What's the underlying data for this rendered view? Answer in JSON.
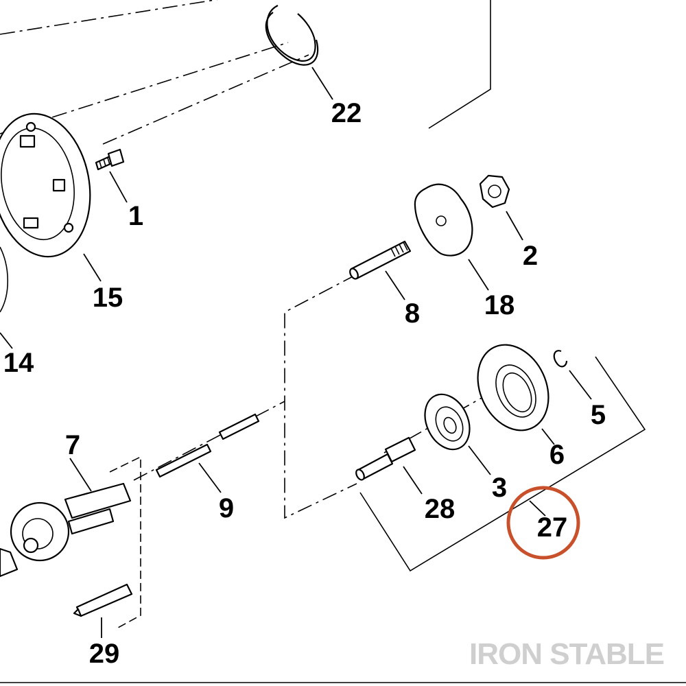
{
  "callouts": {
    "c1": "1",
    "c2": "2",
    "c3": "3",
    "c5": "5",
    "c6": "6",
    "c7": "7",
    "c8": "8",
    "c9": "9",
    "c14": "14",
    "c15": "15",
    "c18": "18",
    "c22": "22",
    "c27": "27",
    "c28": "28",
    "c29": "29"
  },
  "highlighted_callout": "27",
  "highlight_color": "#c8502a",
  "watermark": "IRON STABLE"
}
